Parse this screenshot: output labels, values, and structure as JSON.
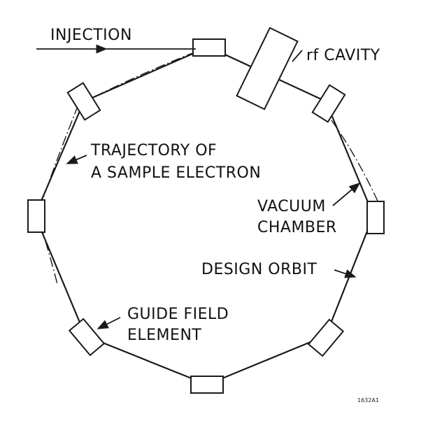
{
  "labels": {
    "injection": "INJECTION",
    "rf_cavity": "rf CAVITY",
    "trajectory_line1": "TRAJECTORY OF",
    "trajectory_line2": "A SAMPLE ELECTRON",
    "vacuum_line1": "VACUUM",
    "vacuum_line2": "CHAMBER",
    "design_orbit": "DESIGN ORBIT",
    "guide_line1": "GUIDE FIELD",
    "guide_line2": "ELEMENT",
    "figure_code": "1632A1"
  },
  "colors": {
    "ink": "#1a1a1a",
    "background": "#ffffff"
  }
}
